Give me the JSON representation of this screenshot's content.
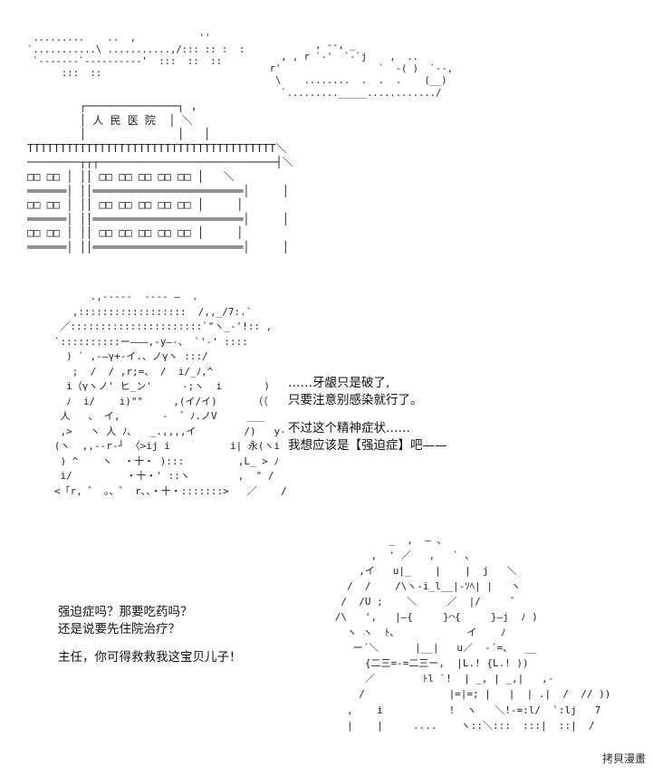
{
  "scene": {
    "sky_art": " .........    ..  ,           ''\n`...........\\ ...........,/::: :: :  :\n `-------`----------'  :::  ::  ::\n      :::  ::",
    "cloud_art": "          , --, _\n    , , r `-'  `-`j    ,  ..\n  r'                 `  -( )  `--,\n   \\    ........  .  .  .    (__)\n    `........._____............/",
    "hospital_sign": "人民医院",
    "hospital_art": "        ┌──────────────┐ ,\n        │ 人 民 医 院  │ ＼\n        │              │   │\nTTTTTTTTTTTTTTTTTTTTTTTTTTTTTTTTTTTTTT＼\n────────┬┬┬───────────────────────────┤＼\n□□ □□ │ ││ □□ □□ □□ □□ □□ │   ＼\n══════│ ││═══════════════════════│     │\n□□ □□ │ ││ □□ □□ □□ □□ □□ │     │\n══════│ ││═══════════════════════│     │\n□□ □□ │ ││ □□ □□ □□ □□ □□ │     │\n══════│ ││═══════════════════════│     │",
    "doctor_art": "         .,-----  ---- ―  .\n      ,::::::::::::::::::  /,,_/7:.`\n    ／::::::::::::::::::::::`\"ヽ_-'!:: ,\n   `::::::::::ー―――,-y―-、 `'-' ::::\n     ) ` ,-―γ+-イ.、ノγヽ :::/\n      ;  /  / ,r;=、 /  i/_ﾉ,^\n     i（γヽノ' ヒ_ン'     -;ヽ  i       )\n     ﾉ  i/    i)\"\"     ,(イ/イ)      （（\n    人   、 イ,       -  ゛ﾉ.ノV     ___\n    ,>   ヽ 人 ﾉ､   _.,,,,イ        /)   y-\n   (ヽ  ,,--r‐┘ 〈>ij i          i| 永(ヽi\n    ) ^    ヽ  ・十・ ):::         ,L_ > ﾉ\n    i/         ・十・' ::ヽ        ,  \" /\n   <「r, ゜ 。、゜ r､、・十・:::::::>   ／    /",
    "mother_art": "               _  ,  ― 、\n            ,  ' ／   ,   ` 、\n          ,イ   u|_    |    |  j   ＼\n        /  /    /\\ヽ-i_l__|-ｿﾍ| |   ヽ\n       /  /U ;    ＼     ／  |/     ゛\n      /\\   ',   |―{     }⌒{     }―j  ﾉ )\n        ヽ ヽ  ﾄ､            イ    ﾉ\n         ー´＼      |__|   u／  -´=、  __\n           {二三=-=二三ー,  |L.! {L.! ))\n           ／        ﾄl `!  | _, | _,|   ,-\n          /              |=|=; |   |  | .|  /  // ))\n        ,    i           !  ヽ   ＼!-=:l/  `:lj   7\n        |    |     ....    ヽ::＼:::  :::|  ::|  /",
    "doctor_lines": [
      "……牙龈只是破了,",
      "只要注意别感染就行了。",
      "",
      "不过这个精神症状……",
      "我想应该是【强迫症】吧——"
    ],
    "mother_lines": [
      "强迫症吗？那要吃药吗？",
      "还是说要先住院治疗？",
      "",
      "主任，你可得救救我这宝贝儿子！"
    ]
  },
  "watermark": "拷貝漫畫"
}
